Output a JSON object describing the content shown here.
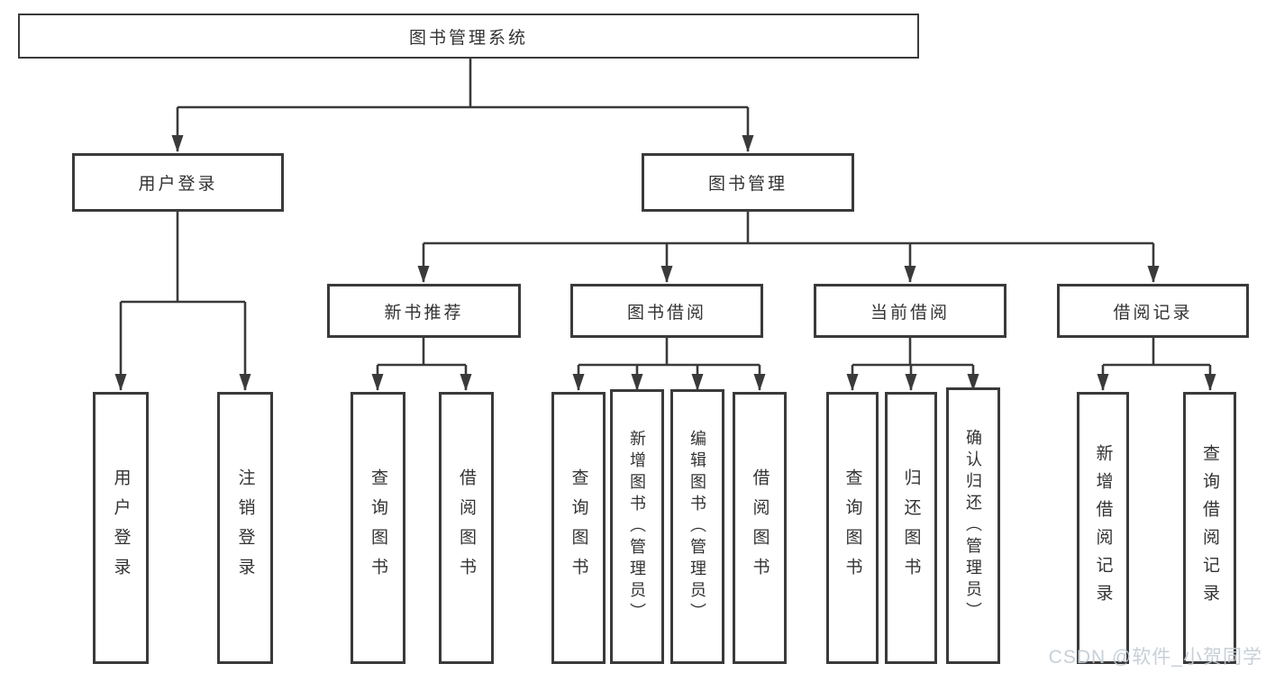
{
  "diagram": {
    "title": "图书管理系统",
    "type": "hierarchy-tree",
    "root": "图书管理系统",
    "level2": [
      "用户登录",
      "图书管理"
    ],
    "level3": [
      "新书推荐",
      "图书借阅",
      "当前借阅",
      "借阅记录"
    ],
    "leaves": {
      "login": [
        "用户登录",
        "注销登录"
      ],
      "recommend": [
        "查询图书",
        "借阅图书"
      ],
      "borrow": [
        "查询图书",
        "新增图书（管理员）",
        "编辑图书（管理员）",
        "借阅图书"
      ],
      "current": [
        "查询图书",
        "归还图书",
        "确认归还（管理员）"
      ],
      "record": [
        "新增借阅记录",
        "查询借阅记录"
      ]
    }
  },
  "watermark": "CSDN @软件_小贺同学",
  "colors": {
    "line": "#3a3a3a",
    "border": "#3a3a3a",
    "text": "#333333",
    "background": "#ffffff",
    "watermark": "#c3cbd4"
  }
}
